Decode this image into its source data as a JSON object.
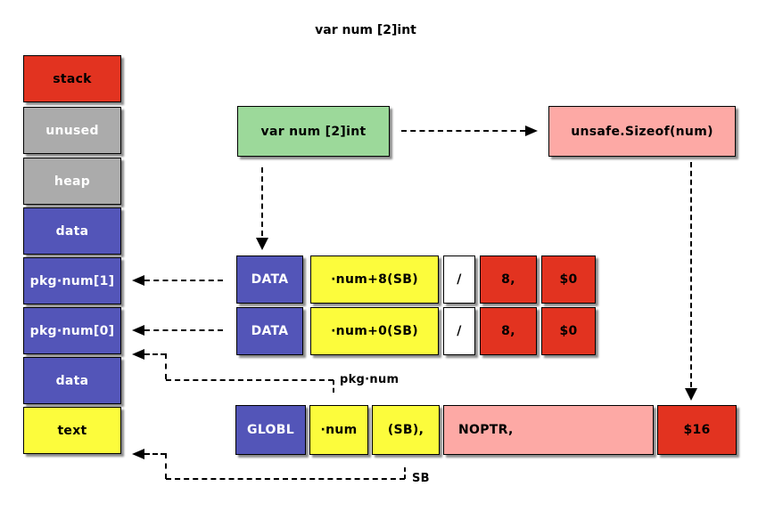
{
  "title": "var num [2]int",
  "memory_column": [
    {
      "label": "stack",
      "color": "#e23320",
      "text_color": "#000000"
    },
    {
      "label": "unused",
      "color": "#ababab",
      "text_color": "#ffffff"
    },
    {
      "label": "heap",
      "color": "#ababab",
      "text_color": "#ffffff"
    },
    {
      "label": "data",
      "color": "#5355b8",
      "text_color": "#ffffff"
    },
    {
      "label": "pkg·num[1]",
      "color": "#5355b8",
      "text_color": "#ffffff"
    },
    {
      "label": "pkg·num[0]",
      "color": "#5355b8",
      "text_color": "#ffffff"
    },
    {
      "label": "data",
      "color": "#5355b8",
      "text_color": "#ffffff"
    },
    {
      "label": "text",
      "color": "#fcfc3c",
      "text_color": "#000000"
    }
  ],
  "source_box": {
    "label": "var num [2]int",
    "color": "#9cd99a"
  },
  "sizeof_box": {
    "label": "unsafe.Sizeof(num)",
    "color": "#fda9a5"
  },
  "data_rows": [
    {
      "cells": [
        {
          "text": "DATA",
          "color": "#5355b8"
        },
        {
          "text": "·num+8(SB)",
          "color": "#fcfc3c"
        },
        {
          "text": "/",
          "color": "#ffffff"
        },
        {
          "text": "8,",
          "color": "#e23320"
        },
        {
          "text": "$0",
          "color": "#e23320"
        }
      ]
    },
    {
      "cells": [
        {
          "text": "DATA",
          "color": "#5355b8"
        },
        {
          "text": "·num+0(SB)",
          "color": "#fcfc3c"
        },
        {
          "text": "/",
          "color": "#ffffff"
        },
        {
          "text": "8,",
          "color": "#e23320"
        },
        {
          "text": "$0",
          "color": "#e23320"
        }
      ]
    }
  ],
  "globl_row": {
    "cells": [
      {
        "text": "GLOBL",
        "color": "#5355b8"
      },
      {
        "text": "·num",
        "color": "#fcfc3c"
      },
      {
        "text": "(SB),",
        "color": "#fcfc3c"
      },
      {
        "text": "NOPTR,",
        "color": "#fda9a5"
      },
      {
        "text": "$16",
        "color": "#e23320"
      }
    ]
  },
  "annotations": {
    "pkg_num": "pkg·num",
    "sb": "SB"
  },
  "colors": {
    "red": "#e23320",
    "blue": "#5355b8",
    "gray": "#ababab",
    "yellow": "#fcfc3c",
    "green": "#9cd99a",
    "pink": "#fda9a5",
    "background": "#ffffff",
    "line": "#000000"
  }
}
